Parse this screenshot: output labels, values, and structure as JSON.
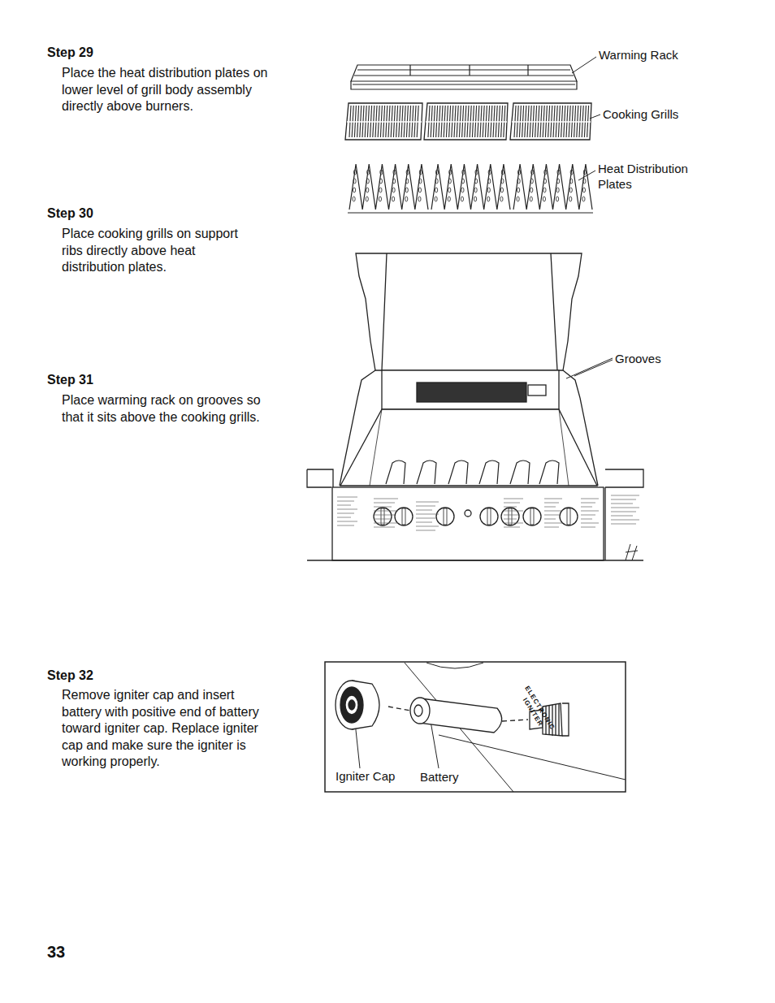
{
  "diagram": {
    "nodes": [
      {
        "text": [
          "ELECTRONIC IGNITER",
          "Igniter Cap",
          "Battery"
        ]
      }
    ],
    "labels": [
      "Step 29",
      "Place the heat distribution plates on lower level of grill body assembly directly above burners.",
      "Step 30",
      "Place cooking grills on support ribs directly above heat distribution plates.",
      "Step 31",
      "Place warming rack on grooves so that it sits above the cooking grills.",
      "Step 32",
      "Remove igniter cap and insert battery with positive end of battery toward igniter cap. Replace igniter cap and make sure the igniter is working properly.",
      "Warming Rack",
      "Cooking Grills",
      "Heat Distribution Plates",
      "Grooves",
      "33"
    ]
  }
}
